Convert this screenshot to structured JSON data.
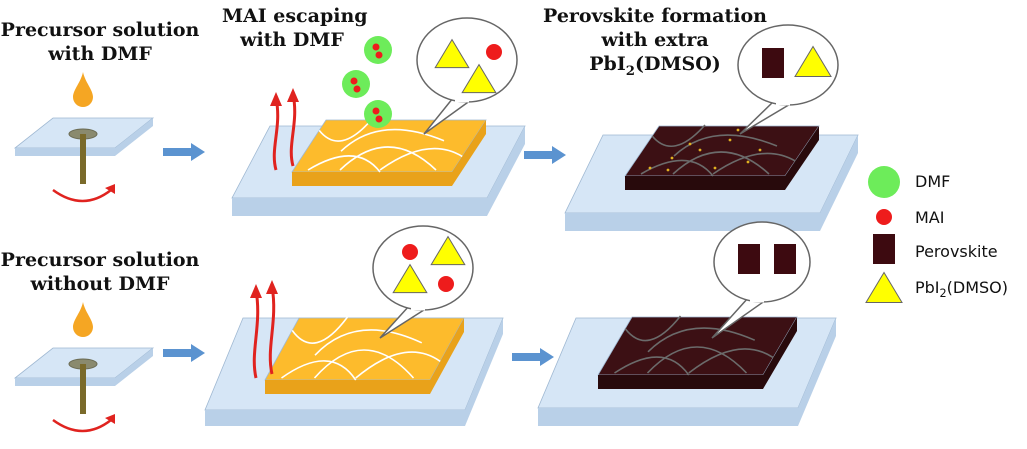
{
  "labels": {
    "row1_left": [
      "Precursor solution",
      "with DMF"
    ],
    "row1_mid": [
      "MAI escaping",
      "with DMF"
    ],
    "row1_right": [
      "Perovskite formation",
      "with extra"
    ],
    "row1_right_formula": {
      "main": "PbI",
      "sub": "2",
      "tail": "(DMSO)"
    },
    "row2_left": [
      "Precursor solution",
      "without DMF"
    ]
  },
  "legend": {
    "dmf": "DMF",
    "mai": "MAI",
    "perovskite": "Perovskite",
    "pbi2": {
      "main": "PbI",
      "sub": "2",
      "tail": "(DMSO)"
    }
  },
  "colors": {
    "substrate_top": "#d6e6f6",
    "substrate_side": "#b9d0e8",
    "film_yellow": "#fdbb2c",
    "film_yellow_side": "#e9a21a",
    "film_dark": "#3c1014",
    "film_dark_side": "#280a0c",
    "dmf_green": "#6dec5a",
    "mai_red": "#ee1c1c",
    "pbi2_yellow": "#ffff00",
    "perovskite_block": "#3d0a10",
    "arrow_blue": "#5b93d0",
    "vapor_red": "#e0231f",
    "droplet_orange": "#f5a623"
  }
}
